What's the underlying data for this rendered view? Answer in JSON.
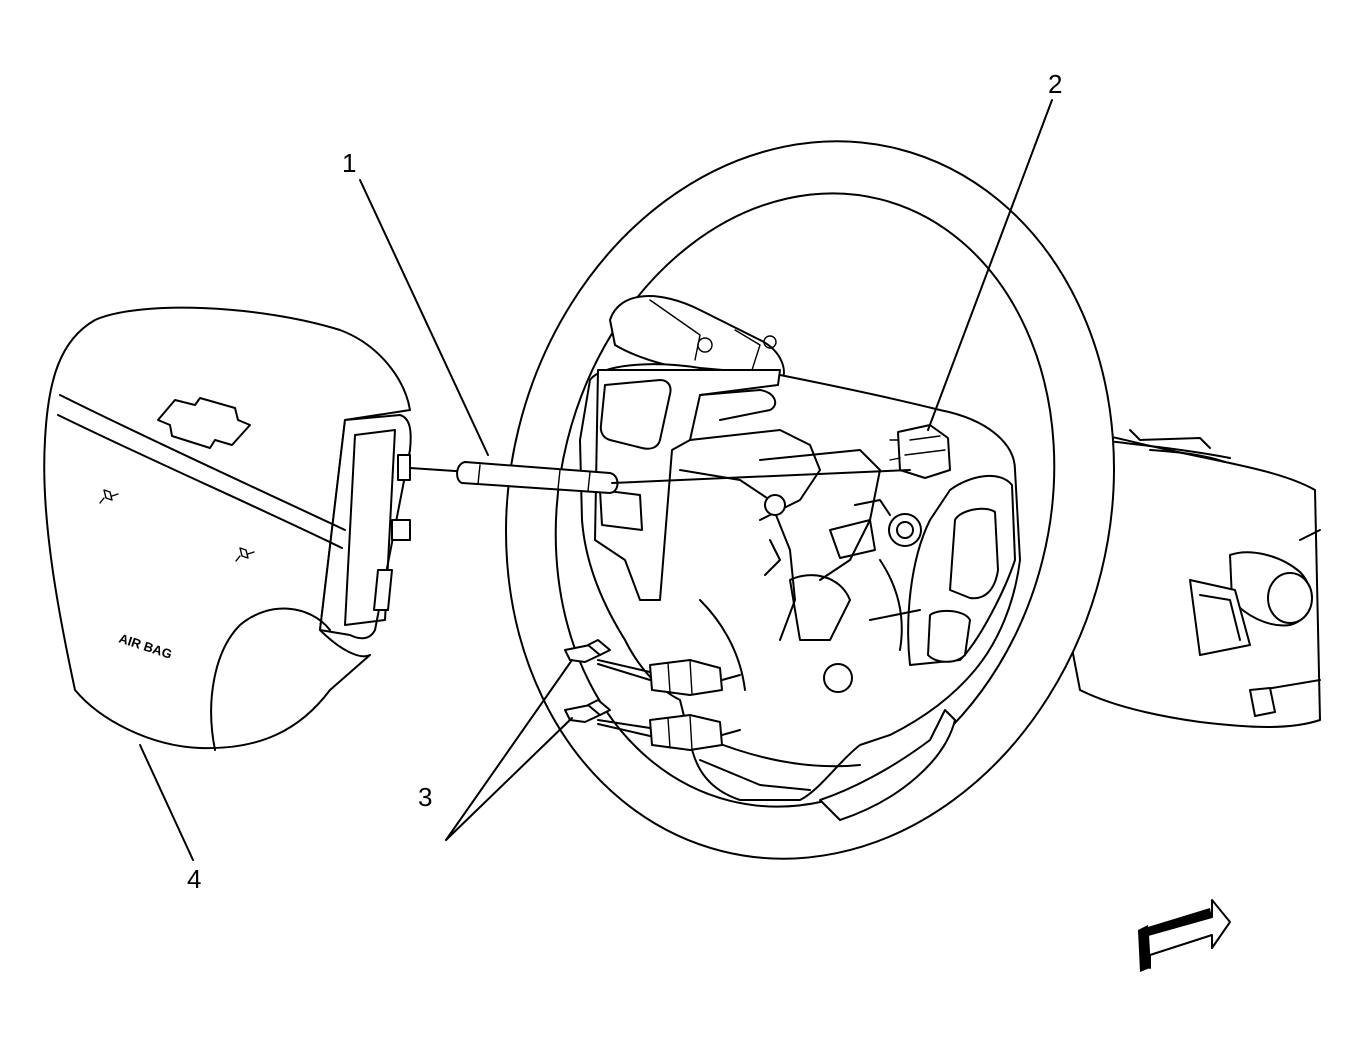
{
  "callouts": {
    "c1": "1",
    "c2": "2",
    "c3": "3",
    "c4": "4"
  },
  "module": {
    "label": "AIR BAG"
  },
  "icons": {
    "view_arrow": "view-direction-arrow-icon",
    "emblem": "bowtie-emblem-icon",
    "horn_left": "horn-icon",
    "horn_right": "horn-icon"
  }
}
